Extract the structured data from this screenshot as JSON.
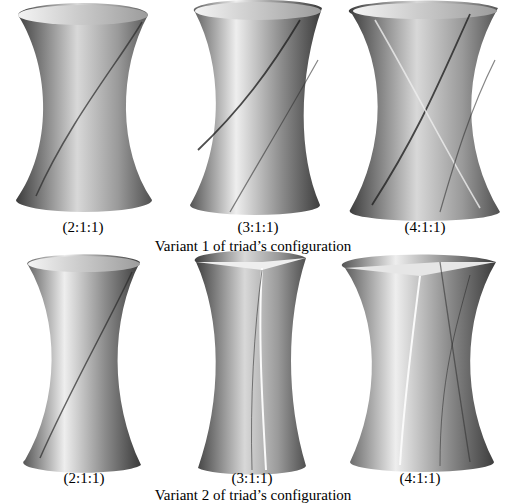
{
  "diagram": {
    "labels": [
      "(2:1:1)",
      "(3:1:1)",
      "(4:1:1)",
      "Variant 1 of triad’s configuration",
      "(2:1:1)",
      "(3:1:1)",
      "(4:1:1)",
      "Variant 2 of triad’s configuration"
    ]
  }
}
